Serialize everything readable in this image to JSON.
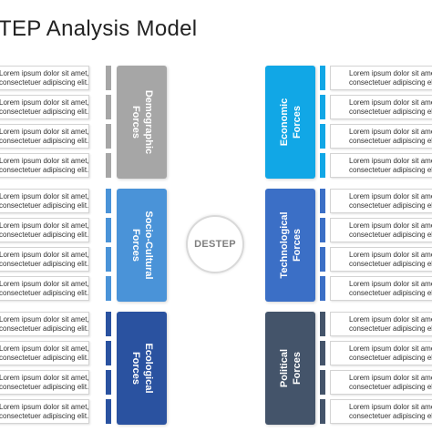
{
  "title": "TEP Analysis Model",
  "center": "DESTEP",
  "row_text": {
    "line1": "Lorem ipsum dolor sit amet,",
    "line2": "consectetuer adipiscing elit."
  },
  "forces": {
    "demographic": {
      "label": "Demographic\nForces",
      "color": "#a6a6a6"
    },
    "economic": {
      "label": "Economic\nForces",
      "color": "#11a7e6"
    },
    "socio_cultural": {
      "label": "Socio-Cultural\nForces",
      "color": "#4a93d8"
    },
    "technological": {
      "label": "Technological\nForces",
      "color": "#3b6fc6"
    },
    "ecological": {
      "label": "Ecological\nForces",
      "color": "#2a52a0"
    },
    "political": {
      "label": "Political\nForces",
      "color": "#44546a"
    }
  }
}
